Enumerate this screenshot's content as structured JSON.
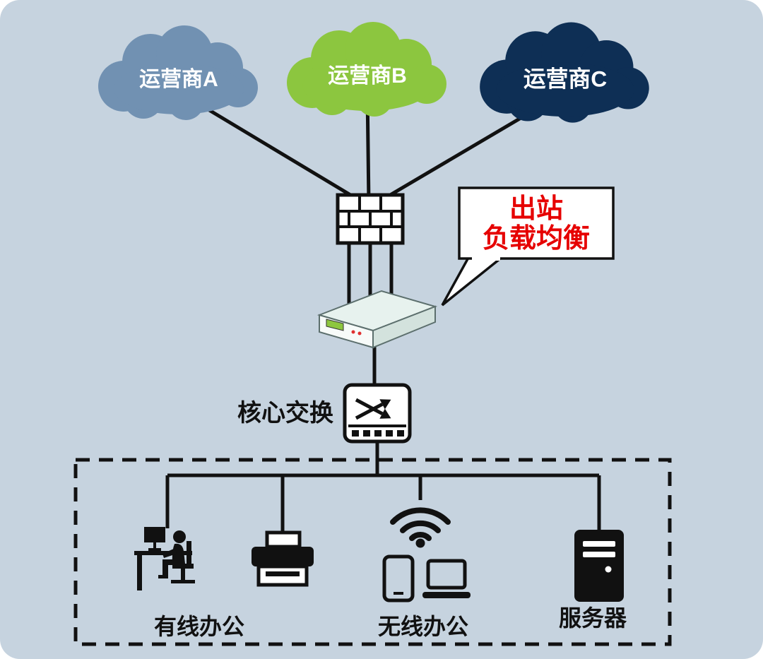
{
  "diagram": {
    "colors": {
      "background": "#c6d3df",
      "line": "#111111"
    },
    "clouds": [
      {
        "label": "运营商A",
        "color": "#7191b2"
      },
      {
        "label": "运营商B",
        "color": "#8cc63f"
      },
      {
        "label": "运营商C",
        "color": "#0e2f55"
      }
    ],
    "callout": {
      "line1": "出站",
      "line2": "负载均衡",
      "text_color": "#e60000"
    },
    "core_switch_label": "核心交换",
    "groups": {
      "wired_label": "有线办公",
      "wireless_label": "无线办公",
      "server_label": "服务器"
    },
    "icons": {
      "cloud": "puffy-cloud-shape",
      "firewall": "brick-wall",
      "load_balancer": "3d-appliance",
      "core_switch": "crossed-arrows-switch",
      "workstation": "person-at-desk",
      "printer": "printer",
      "wifi": "wifi-arcs",
      "smartphone": "phone-outline",
      "laptop": "laptop-outline",
      "server": "tower-server"
    }
  }
}
